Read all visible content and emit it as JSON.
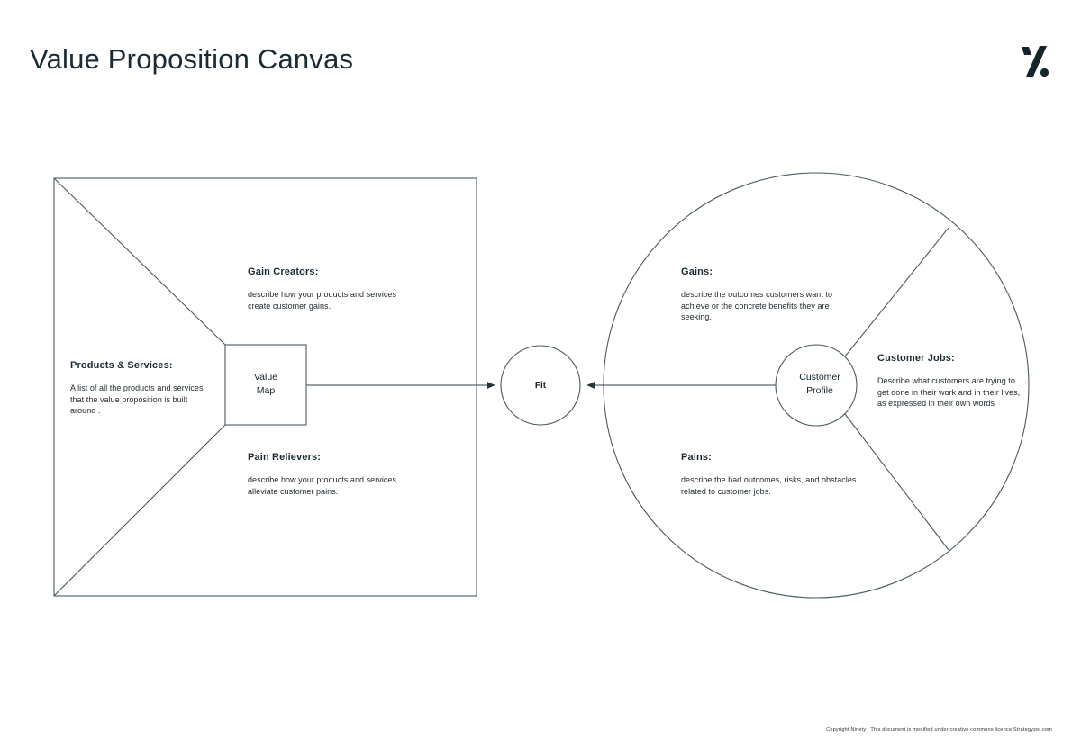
{
  "header": {
    "title": "Value Proposition Canvas",
    "logo_name": "ninety-percent-logo",
    "logo_color": "#16252c"
  },
  "theme": {
    "stroke_color": "#4a5b63",
    "text_color": "#1b2b33",
    "background": "#ffffff"
  },
  "value_map": {
    "node_label_line1": "Value",
    "node_label_line2": "Map",
    "blocks": {
      "gain_creators": {
        "heading": "Gain Creators:",
        "body": "describe how your products and services create customer gains.."
      },
      "products_services": {
        "heading": "Products & Services:",
        "body": "A list of all the products and services that the value proposition is built around ."
      },
      "pain_relievers": {
        "heading": "Pain Relievers:",
        "body": "describe how your products and services alleviate customer pains."
      }
    }
  },
  "fit": {
    "label": "Fit"
  },
  "customer_profile": {
    "node_label_line1": "Customer",
    "node_label_line2": "Profile",
    "blocks": {
      "gains": {
        "heading": "Gains:",
        "body": "describe the outcomes customers want to achieve or the concrete benefits they are seeking."
      },
      "customer_jobs": {
        "heading": "Customer Jobs:",
        "body": "Describe what customers are trying to get done in their work and in their lives, as expressed in their own words"
      },
      "pains": {
        "heading": "Pains:",
        "body": "describe the bad outcomes, risks, and obstacles related to customer jobs."
      }
    }
  },
  "footer": {
    "copyright": "Copyright Ninety | This document is modified under creative commons licence Strategyzer.com"
  }
}
